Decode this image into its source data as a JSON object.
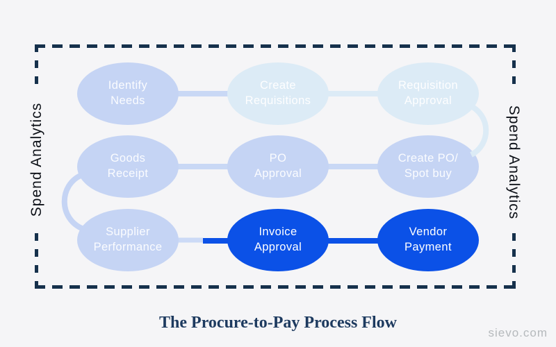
{
  "title": "The Procure-to-Pay Process Flow",
  "watermark": "sievo.com",
  "side_labels": {
    "left": "Spend Analytics",
    "right": "Spend Analytics"
  },
  "colors": {
    "background": "#f5f5f7",
    "node_default": "#c5d4f4",
    "node_faded": "#dcebf6",
    "node_highlight": "#0b51e7",
    "connector_default": "#c9d8f5",
    "connector_faded": "#dcebf6",
    "connector_highlight": "#0b51e7",
    "border_navy": "#16314c",
    "title_navy": "#1d3a5f",
    "watermark_gray": "#b5b9bc",
    "side_label_black": "#0c1017"
  },
  "flow": {
    "nodes": [
      {
        "id": "identify-needs",
        "label": "Identify\nNeeds",
        "state": "default"
      },
      {
        "id": "create-requisitions",
        "label": "Create\nRequisitions",
        "state": "faded"
      },
      {
        "id": "requisition-approval",
        "label": "Requisition\nApproval",
        "state": "faded"
      },
      {
        "id": "goods-receipt",
        "label": "Goods\nReceipt",
        "state": "default"
      },
      {
        "id": "po-approval",
        "label": "PO\nApproval",
        "state": "default"
      },
      {
        "id": "create-po-spot-buy",
        "label": "Create PO/\nSpot buy",
        "state": "default"
      },
      {
        "id": "supplier-performance",
        "label": "Supplier\nPerformance",
        "state": "default"
      },
      {
        "id": "invoice-approval",
        "label": "Invoice\nApproval",
        "state": "highlight"
      },
      {
        "id": "vendor-payment",
        "label": "Vendor\nPayment",
        "state": "highlight"
      }
    ],
    "connections": [
      {
        "from": "identify-needs",
        "to": "create-requisitions",
        "style": "default"
      },
      {
        "from": "create-requisitions",
        "to": "requisition-approval",
        "style": "faded"
      },
      {
        "from": "requisition-approval",
        "to": "create-po-spot-buy",
        "style": "faded-curve-right"
      },
      {
        "from": "create-po-spot-buy",
        "to": "po-approval",
        "style": "default"
      },
      {
        "from": "po-approval",
        "to": "goods-receipt",
        "style": "default"
      },
      {
        "from": "goods-receipt",
        "to": "supplier-performance",
        "style": "default-curve-left"
      },
      {
        "from": "supplier-performance",
        "to": "invoice-approval",
        "style": "default-to-highlight"
      },
      {
        "from": "invoice-approval",
        "to": "vendor-payment",
        "style": "highlight"
      }
    ]
  }
}
